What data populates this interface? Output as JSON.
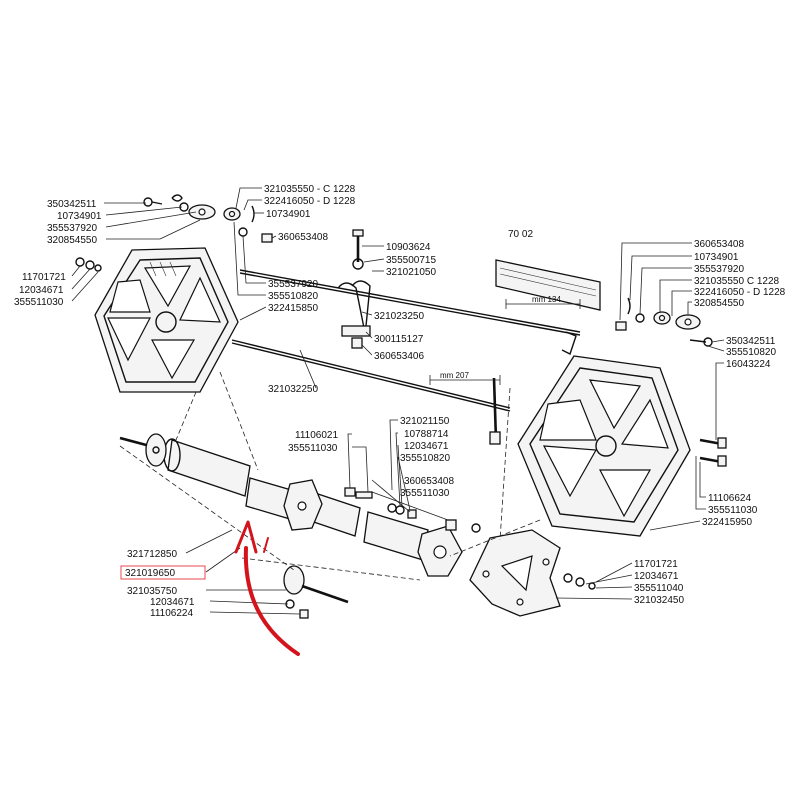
{
  "diagram": {
    "highlight_color": "#e8474c",
    "arrow_color": "#d4141c",
    "ink_color": "#111111",
    "highlighted_part": "321019650",
    "labels": {
      "p_350342511_l": "350342511",
      "p_10734901_l": "10734901",
      "p_355537920_l": "355537920",
      "p_320854550_l": "320854550",
      "p_11701721_l": "11701721",
      "p_12034671_l": "12034671",
      "p_355511030_l": "355511030",
      "p_321035550_top": "321035550 - C 1228",
      "p_322416050_top": "322416050 - D 1228",
      "p_10734901_top": "10734901",
      "p_360653408_top": "360653408",
      "p_355537920_mid": "355537920",
      "p_355510820_mid": "355510820",
      "p_322415850": "322415850",
      "p_10903624": "10903624",
      "p_355500715": "355500715",
      "p_321021050": "321021050",
      "p_321023250": "321023250",
      "p_300115127": "300115127",
      "p_360653406": "360653406",
      "p_7002": "70 02",
      "p_mm134": "mm 134",
      "p_mm207": "mm 207",
      "p_321032250": "321032250",
      "p_321021150": "321021150",
      "p_10788714": "10788714",
      "p_11106021": "11106021",
      "p_355511030_c": "355511030",
      "p_12034671_c": "12034671",
      "p_355510820_c": "355510820",
      "p_360653408_c": "360653408",
      "p_355511030_c2": "355511030",
      "p_360653408_r": "360653408",
      "p_10734901_r": "10734901",
      "p_355537920_r": "355537920",
      "p_321035550_r": "321035550  C 1228",
      "p_322416050_r": "322416050 - D 1228",
      "p_320854550_r": "320854550",
      "p_350342511_r": "350342511",
      "p_355510820_r": "355510820",
      "p_16043224": "16043224",
      "p_11106624": "11106624",
      "p_355511030_r": "355511030",
      "p_322415950": "322415950",
      "p_321712850": "321712850",
      "p_321019650": "321019650",
      "p_321035750": "321035750",
      "p_12034671_b": "12034671",
      "p_11106224": "11106224",
      "p_11701721_b": "11701721",
      "p_12034671_b2": "12034671",
      "p_355511040": "355511040",
      "p_321032450": "321032450"
    }
  }
}
